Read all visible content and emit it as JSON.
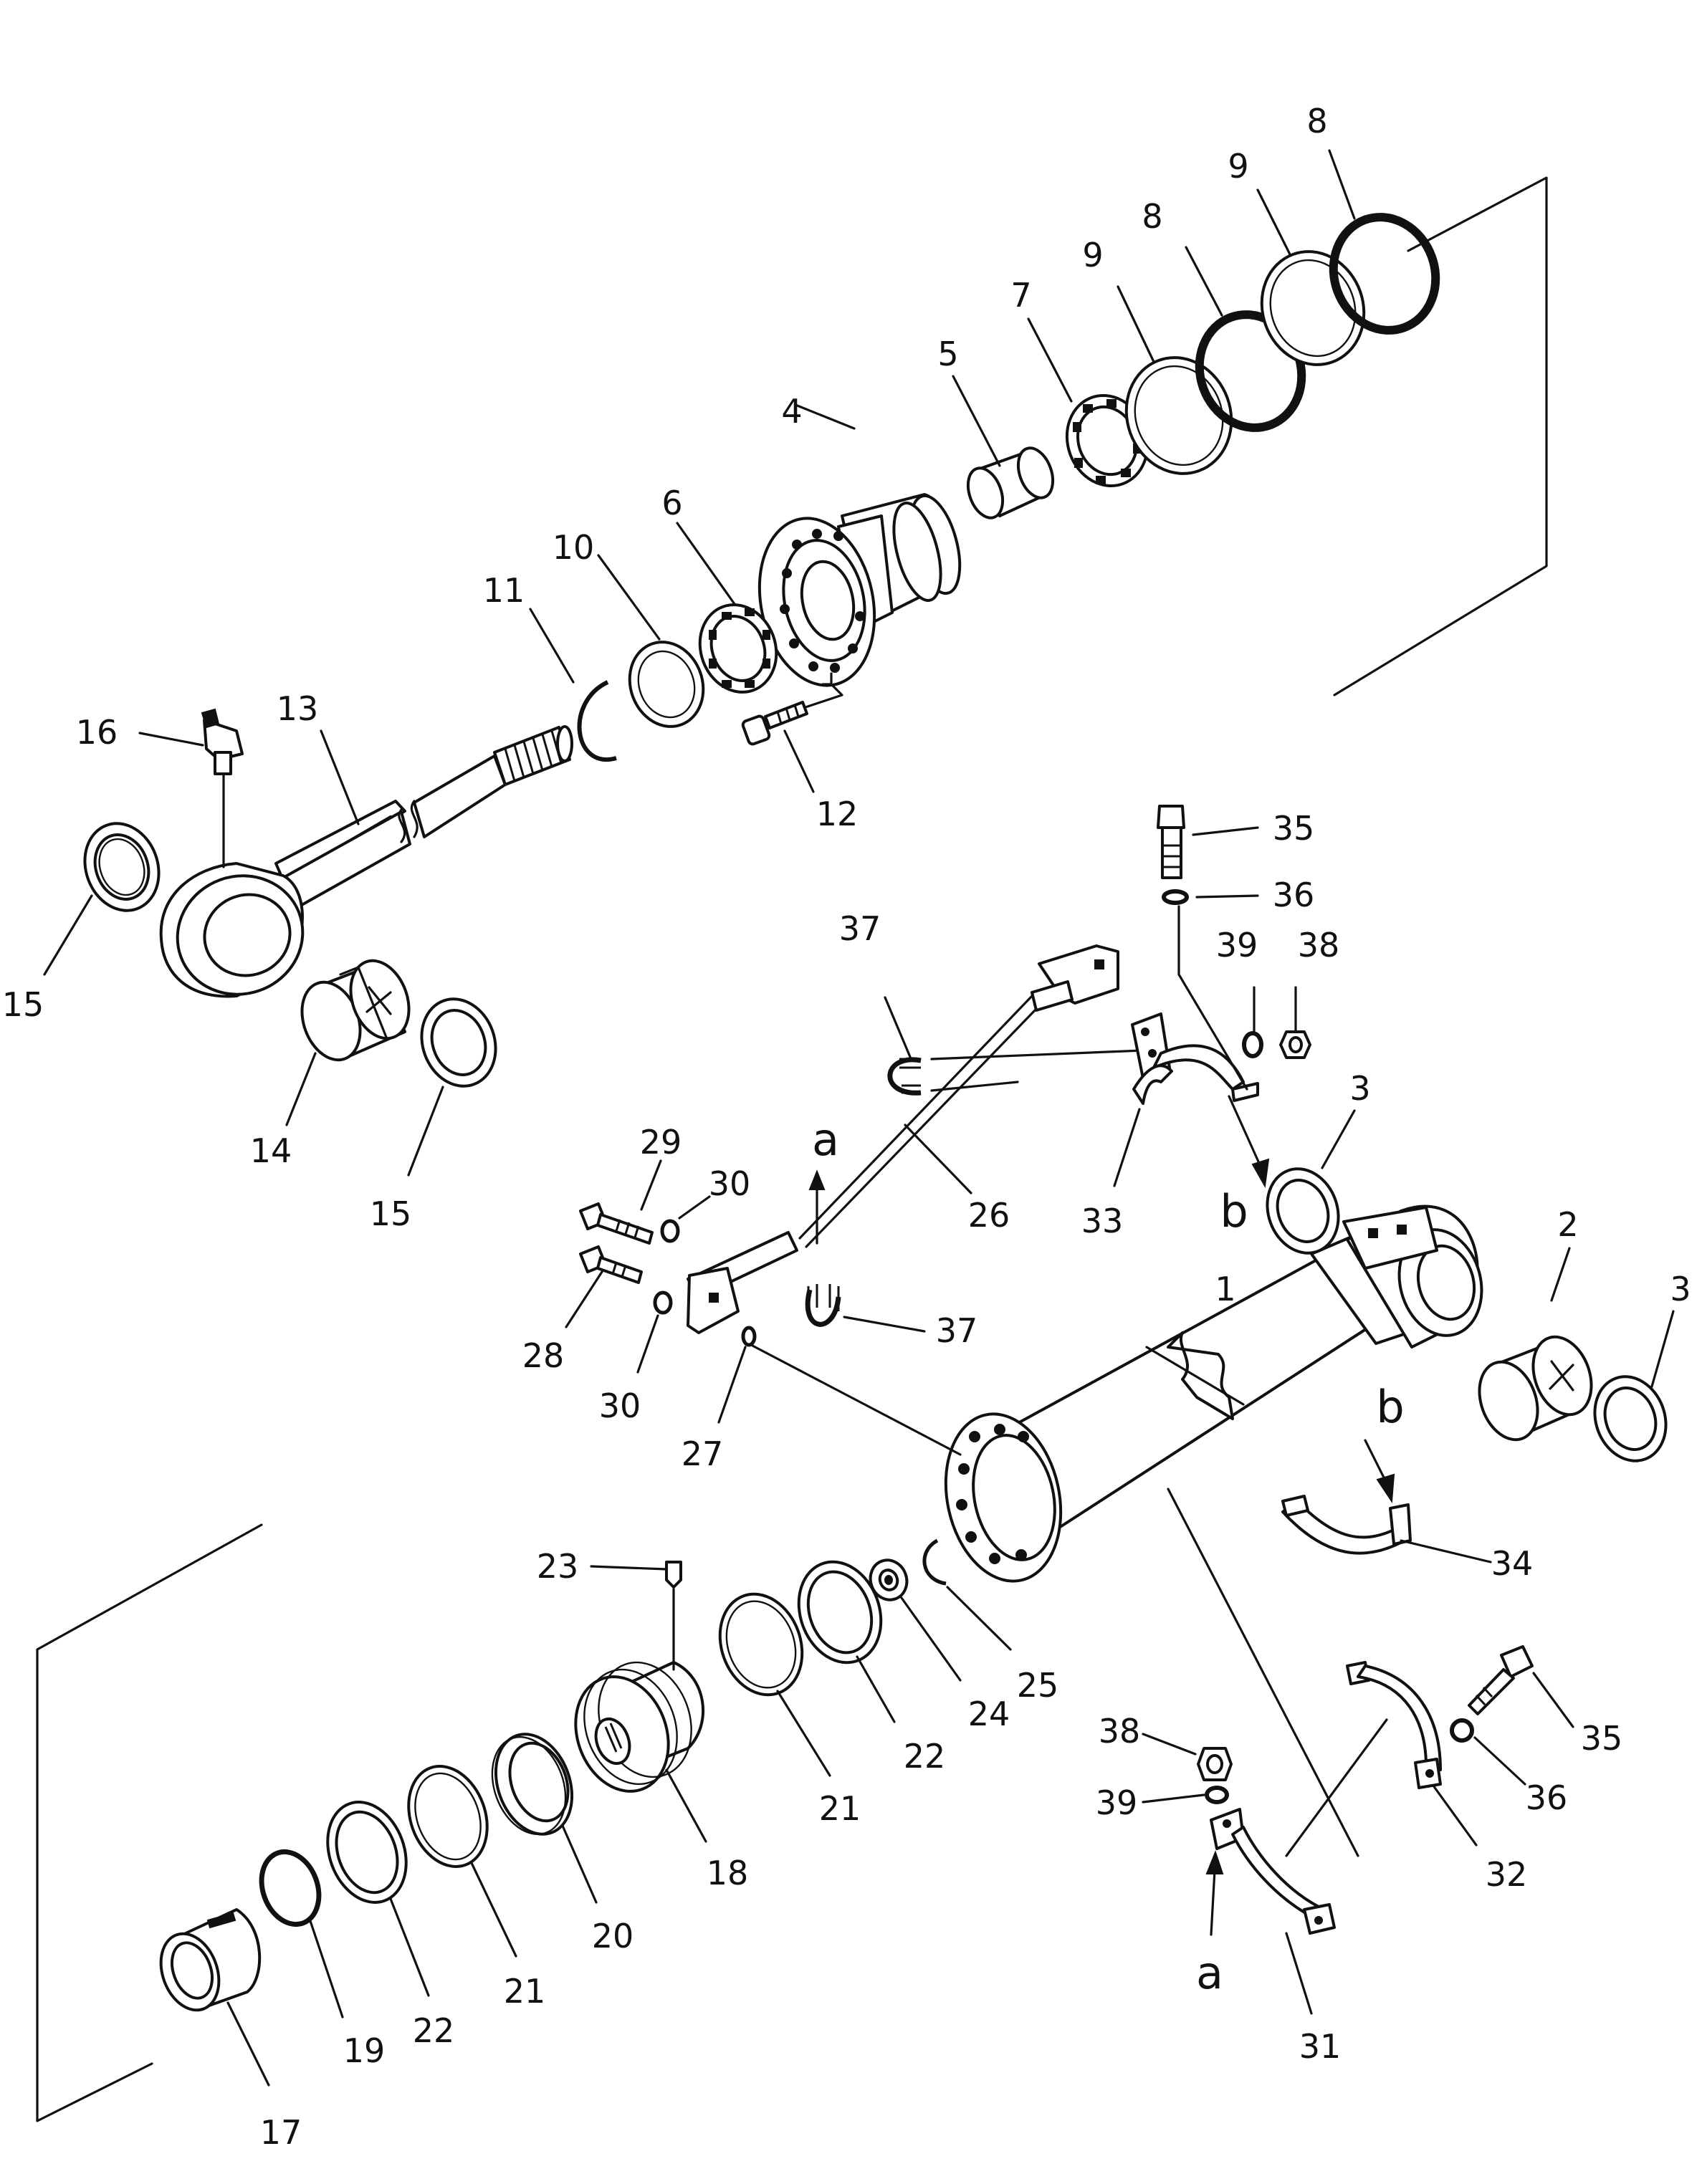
{
  "labels": [
    {
      "id": "p1",
      "text": "1"
    },
    {
      "id": "p2",
      "text": "2"
    },
    {
      "id": "p3a",
      "text": "3"
    },
    {
      "id": "p3b",
      "text": "3"
    },
    {
      "id": "p4",
      "text": "4"
    },
    {
      "id": "p5",
      "text": "5"
    },
    {
      "id": "p6",
      "text": "6"
    },
    {
      "id": "p7",
      "text": "7"
    },
    {
      "id": "p8a",
      "text": "8"
    },
    {
      "id": "p8b",
      "text": "8"
    },
    {
      "id": "p9a",
      "text": "9"
    },
    {
      "id": "p9b",
      "text": "9"
    },
    {
      "id": "p10",
      "text": "10"
    },
    {
      "id": "p11",
      "text": "11"
    },
    {
      "id": "p12",
      "text": "12"
    },
    {
      "id": "p13",
      "text": "13"
    },
    {
      "id": "p14",
      "text": "14"
    },
    {
      "id": "p15a",
      "text": "15"
    },
    {
      "id": "p15b",
      "text": "15"
    },
    {
      "id": "p16",
      "text": "16"
    },
    {
      "id": "p17",
      "text": "17"
    },
    {
      "id": "p18",
      "text": "18"
    },
    {
      "id": "p19",
      "text": "19"
    },
    {
      "id": "p20",
      "text": "20"
    },
    {
      "id": "p21a",
      "text": "21"
    },
    {
      "id": "p21b",
      "text": "21"
    },
    {
      "id": "p22a",
      "text": "22"
    },
    {
      "id": "p22b",
      "text": "22"
    },
    {
      "id": "p23",
      "text": "23"
    },
    {
      "id": "p24",
      "text": "24"
    },
    {
      "id": "p25",
      "text": "25"
    },
    {
      "id": "p26",
      "text": "26"
    },
    {
      "id": "p27",
      "text": "27"
    },
    {
      "id": "p28",
      "text": "28"
    },
    {
      "id": "p29",
      "text": "29"
    },
    {
      "id": "p30a",
      "text": "30"
    },
    {
      "id": "p30b",
      "text": "30"
    },
    {
      "id": "p31",
      "text": "31"
    },
    {
      "id": "p32",
      "text": "32"
    },
    {
      "id": "p33",
      "text": "33"
    },
    {
      "id": "p34",
      "text": "34"
    },
    {
      "id": "p35a",
      "text": "35"
    },
    {
      "id": "p35b",
      "text": "35"
    },
    {
      "id": "p36a",
      "text": "36"
    },
    {
      "id": "p36b",
      "text": "36"
    },
    {
      "id": "p37a",
      "text": "37"
    },
    {
      "id": "p37b",
      "text": "37"
    },
    {
      "id": "p38a",
      "text": "38"
    },
    {
      "id": "p38b",
      "text": "38"
    },
    {
      "id": "p39a",
      "text": "39"
    },
    {
      "id": "p39b",
      "text": "39"
    }
  ],
  "markers": [
    {
      "id": "ma1",
      "text": "a"
    },
    {
      "id": "ma2",
      "text": "a"
    },
    {
      "id": "mb1",
      "text": "b"
    },
    {
      "id": "mb2",
      "text": "b"
    }
  ]
}
